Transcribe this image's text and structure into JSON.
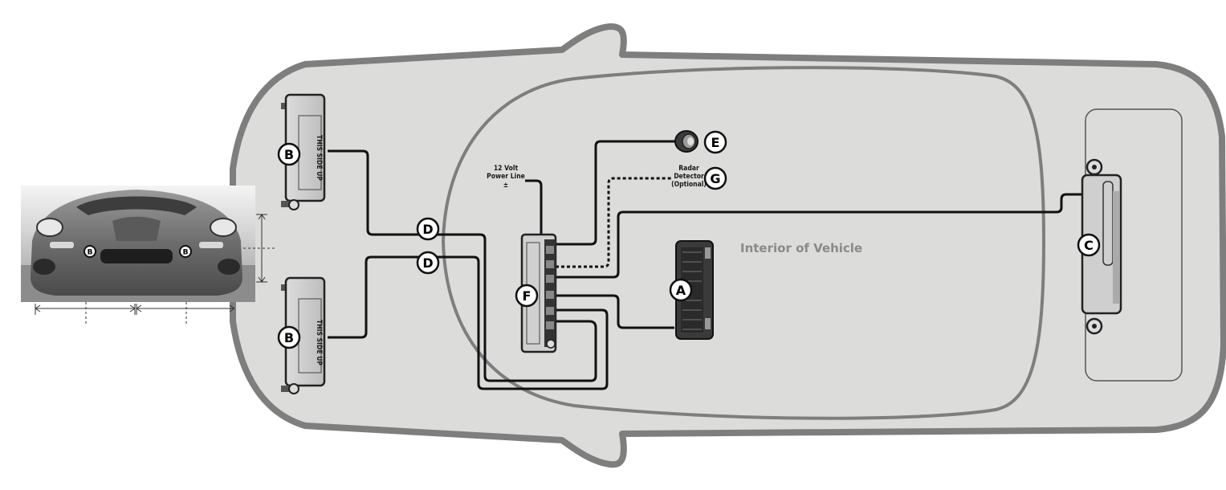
{
  "title": "",
  "interior_label": "Interior of Vehicle",
  "power_line_label": [
    "12 Volt",
    "Power Line",
    "±"
  ],
  "radar_label": [
    "Radar",
    "Detector",
    "(Optional)"
  ],
  "sensor_text": "THIS SIDE UP",
  "callouts": {
    "A": "A",
    "B": "B",
    "C": "C",
    "D": "D",
    "E": "E",
    "F": "F",
    "G": "G"
  },
  "photo_markers": [
    "B",
    "B"
  ],
  "colors": {
    "car_fill": "#dcdcdb",
    "car_outline": "#7e7e7e",
    "wire": "#111111",
    "component": "#2a2a2a",
    "interior_text": "#8a8a8a"
  }
}
